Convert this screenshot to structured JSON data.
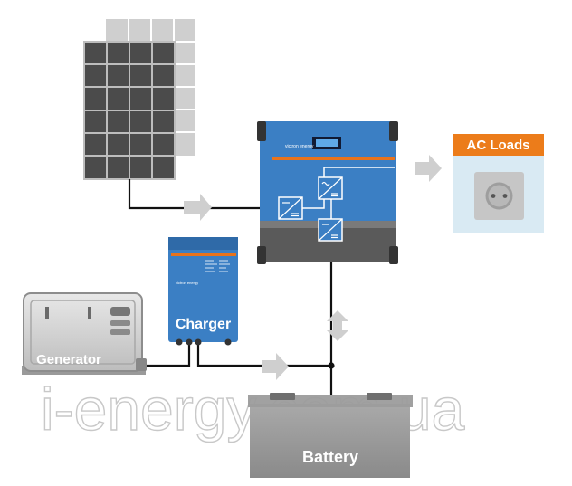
{
  "labels": {
    "ac_loads": "AC Loads",
    "charger": "Charger",
    "generator": "Generator",
    "battery": "Battery"
  },
  "watermark": "i-energy.com.ua",
  "icons": {
    "solar": "solar-panel-icon",
    "inverter": "inverter-charger-icon",
    "charger": "battery-charger-icon",
    "generator": "generator-icon",
    "battery": "battery-icon",
    "outlet": "power-outlet-icon",
    "flow": "flow-arrow-icon"
  },
  "colors": {
    "device_blue": "#3b7fc4",
    "accent_orange": "#e8731c",
    "panel_dark": "#4a4a4a",
    "ac_loads_header": "#ec7c1a",
    "ac_loads_body": "#d9eaf3",
    "arrow_gray": "#cfcfcf"
  }
}
